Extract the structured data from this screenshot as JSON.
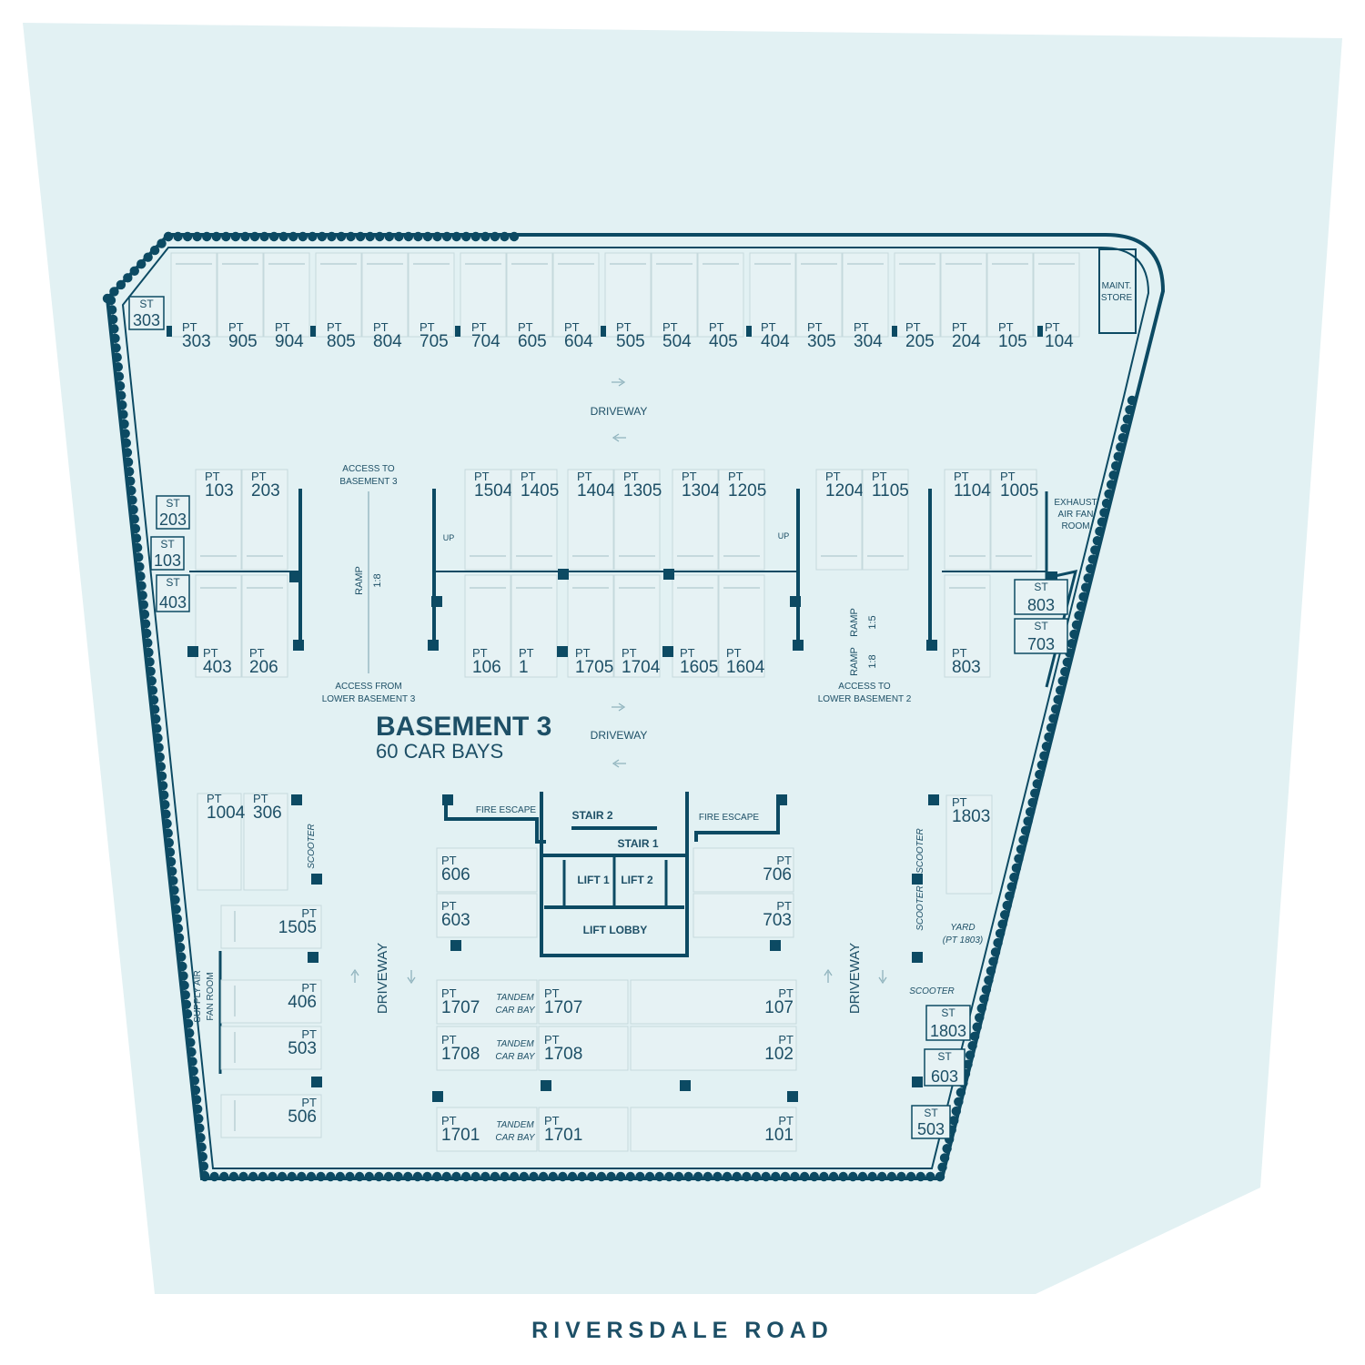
{
  "road": "RIVERSDALE ROAD",
  "basement": {
    "title": "BASEMENT 3",
    "subtitle": "60 CAR BAYS"
  },
  "labels": {
    "driveway": "DRIVEWAY",
    "ramp": "RAMP",
    "ramp_18": "1:8",
    "ramp_15": "1:5",
    "up": "UP",
    "access_to_b3_1": "ACCESS TO",
    "access_to_b3_2": "BASEMENT 3",
    "access_from_1": "ACCESS FROM",
    "access_from_2": "LOWER BASEMENT 3",
    "access_to_lb2_1": "ACCESS TO",
    "access_to_lb2_2": "LOWER BASEMENT 2",
    "maint_1": "MAINT.",
    "maint_2": "STORE",
    "exhaust_1": "EXHAUST",
    "exhaust_2": "AIR FAN",
    "exhaust_3": "ROOM",
    "fire_escape": "FIRE ESCAPE",
    "stair1": "STAIR 1",
    "stair2": "STAIR 2",
    "lift1": "LIFT 1",
    "lift2": "LIFT 2",
    "lift_lobby": "LIFT LOBBY",
    "scooter": "SCOOTER",
    "yard_1": "YARD",
    "yard_2": "(PT 1803)",
    "supply_1": "SUPPLY AIR",
    "supply_2": "FAN ROOM",
    "tandem_1": "TANDEM",
    "tandem_2": "CAR BAY",
    "pt": "PT",
    "st": "ST"
  },
  "top_row": [
    "303",
    "905",
    "904",
    "805",
    "804",
    "705",
    "704",
    "605",
    "604",
    "505",
    "504",
    "405",
    "404",
    "305",
    "304",
    "205",
    "204",
    "105",
    "104"
  ],
  "mid_upper": [
    "103",
    "203",
    "1504",
    "1405",
    "1404",
    "1305",
    "1304",
    "1205",
    "1204",
    "1105",
    "1104",
    "1005"
  ],
  "mid_lower": [
    "403",
    "206",
    "106",
    "1",
    "1705",
    "1704",
    "1605",
    "1604",
    "803"
  ],
  "left_block": [
    "1004",
    "306",
    "1505",
    "406",
    "503",
    "506"
  ],
  "core_left": [
    "606",
    "603"
  ],
  "core_right": [
    "706",
    "703"
  ],
  "right_block": [
    "1803"
  ],
  "tandem_rows": [
    {
      "left": "1707",
      "mid": "1707",
      "right": "107"
    },
    {
      "left": "1708",
      "mid": "1708",
      "right": "102"
    },
    {
      "left": "1701",
      "mid": "1701",
      "right": "101"
    }
  ],
  "stores": [
    "303",
    "203",
    "103",
    "403",
    "803",
    "703",
    "1803",
    "603",
    "503"
  ]
}
